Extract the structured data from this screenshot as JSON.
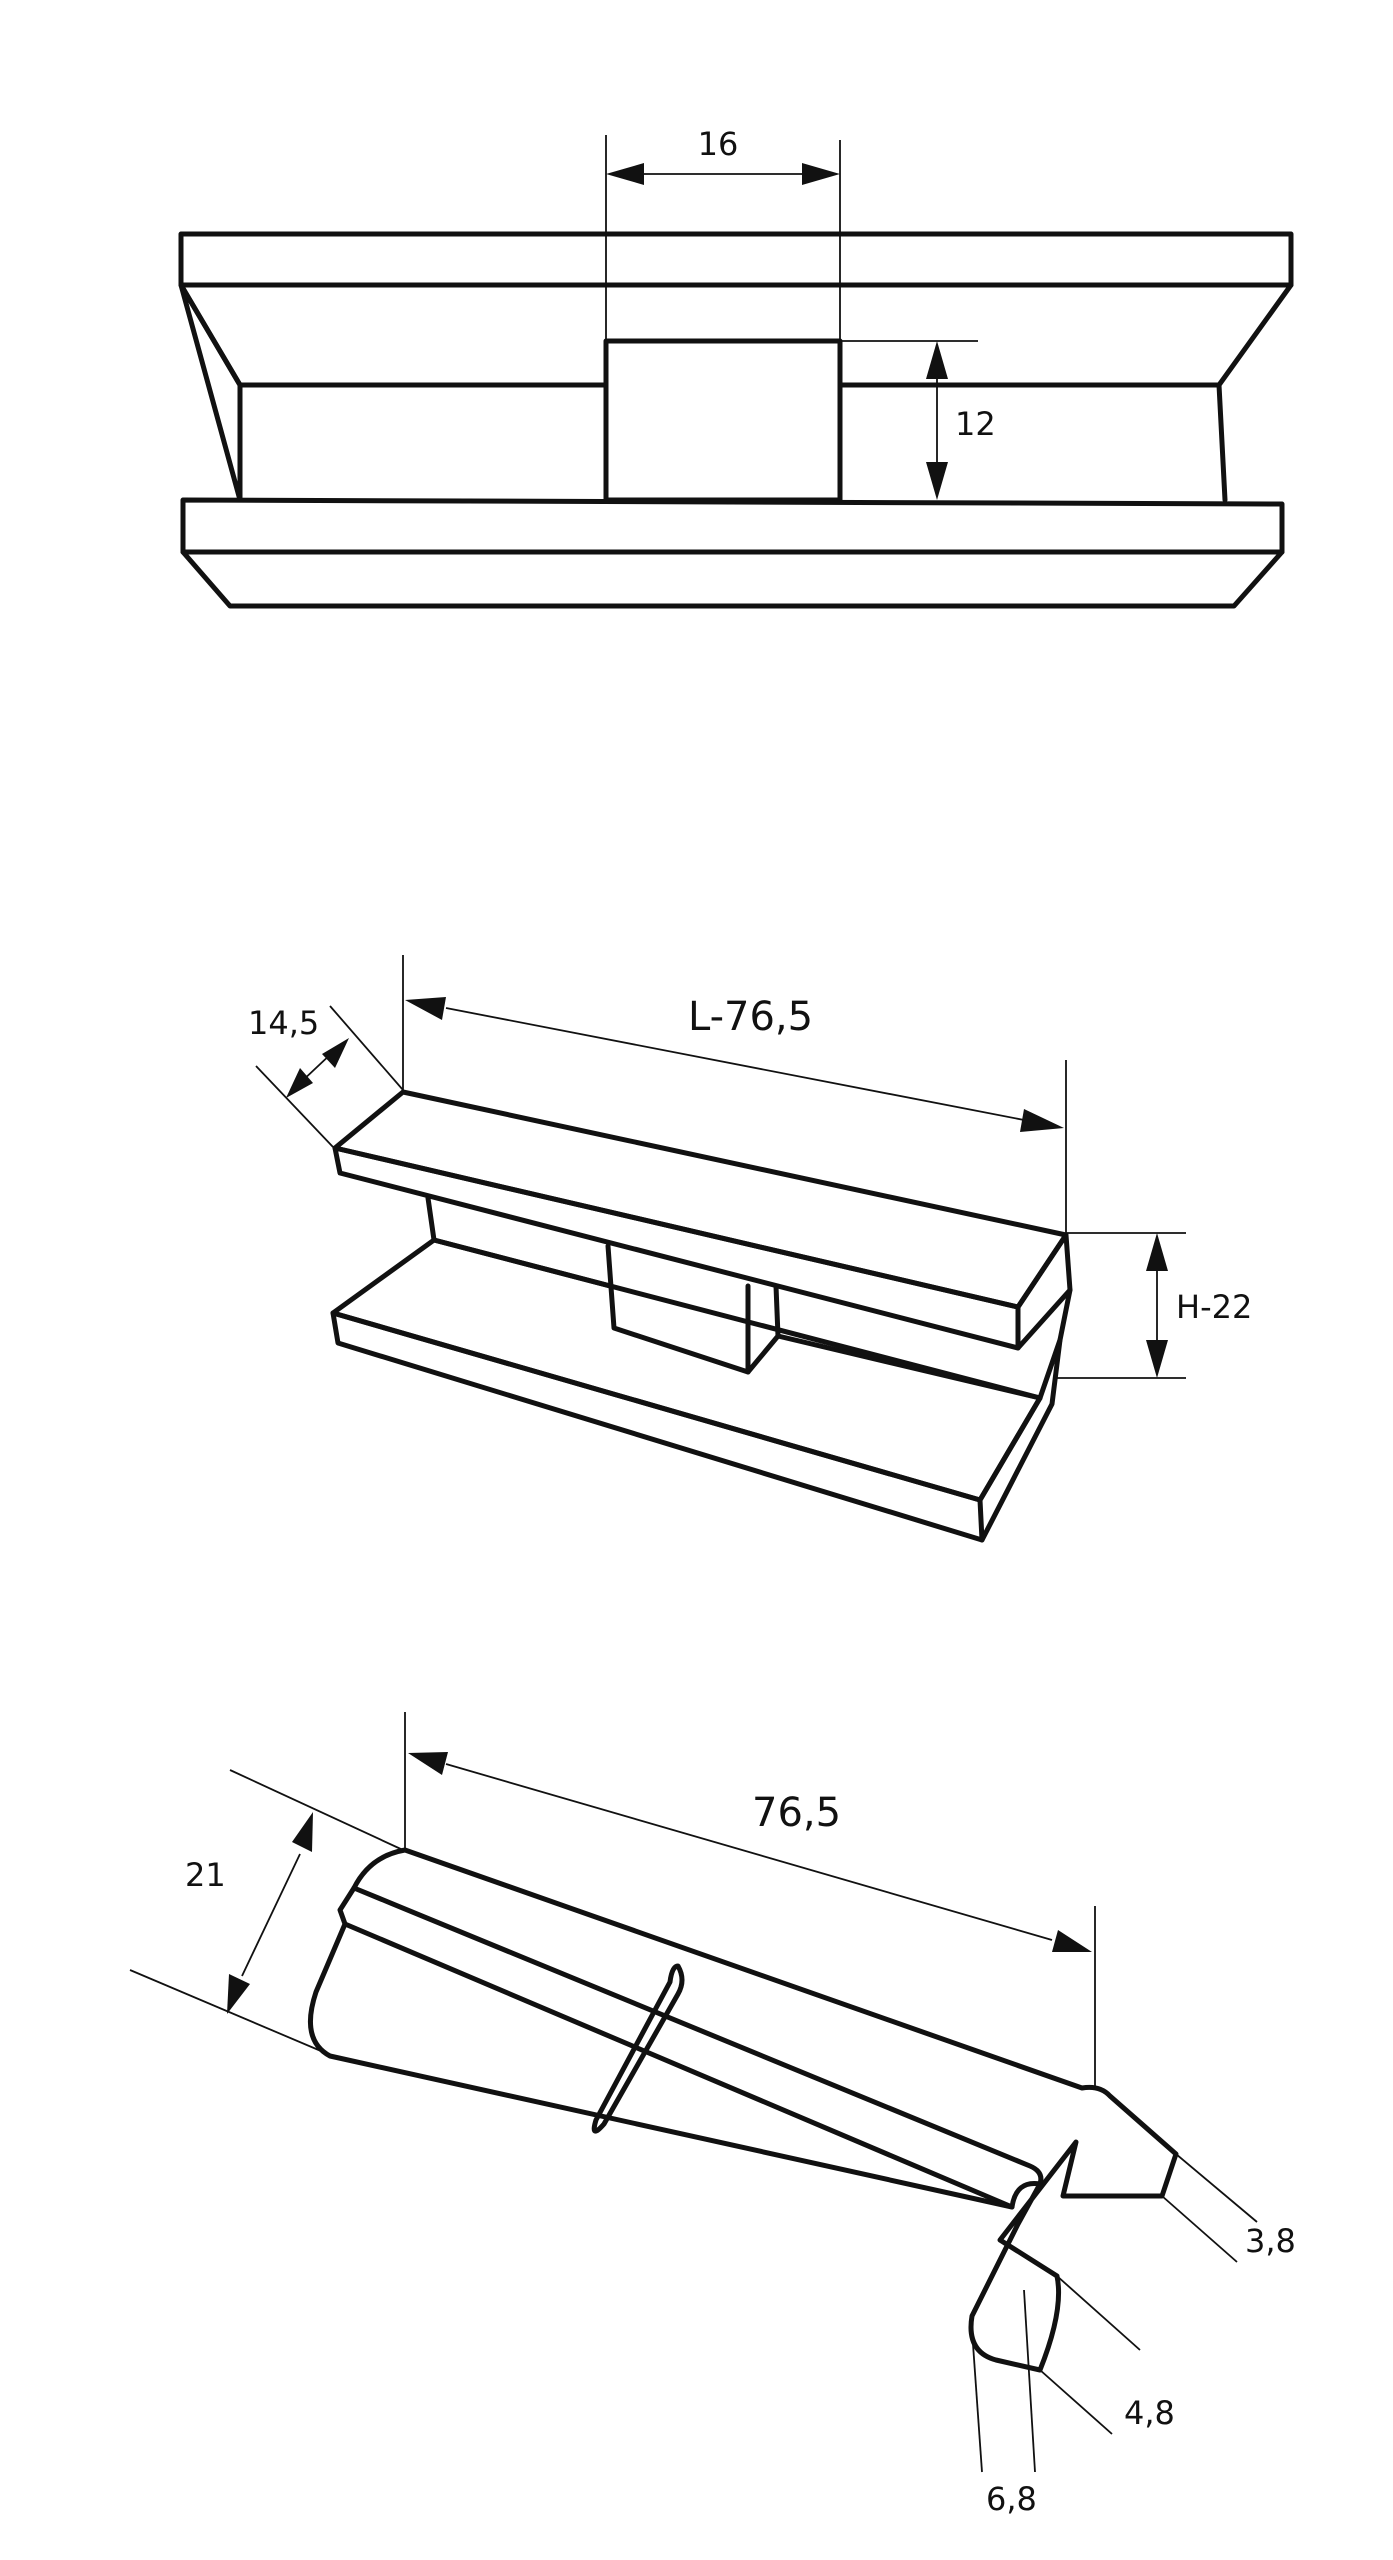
{
  "colors": {
    "line": "#111111",
    "background": "#ffffff"
  },
  "top_view": {
    "dim_width": "16",
    "dim_height": "12"
  },
  "iso_view": {
    "dim_depth": "14,5",
    "dim_length": "L-76,5",
    "dim_height": "H-22"
  },
  "profile_view": {
    "dim_width": "21",
    "dim_length": "76,5",
    "dim_lip_top": "3,8",
    "dim_lip_bottom": "4,8",
    "dim_base": "6,8"
  }
}
